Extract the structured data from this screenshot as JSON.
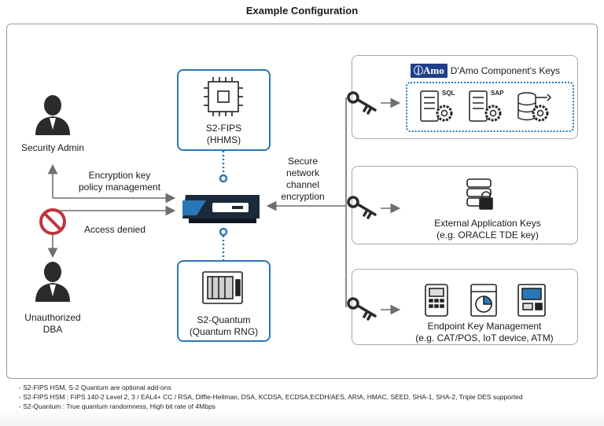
{
  "title": "Example Configuration",
  "left": {
    "security_admin": "Security Admin",
    "encryption_key_policy": [
      "Encryption key",
      "policy management"
    ],
    "access_denied": "Access denied",
    "unauthorized_dba": [
      "Unauthorized",
      "DBA"
    ]
  },
  "center": {
    "s2_fips": [
      "S2-FIPS",
      "(HHMS)"
    ],
    "s2_quantum": [
      "S2-Quantum",
      "(Quantum RNG)"
    ],
    "secure_channel": [
      "Secure",
      "network",
      "channel",
      "encryption"
    ]
  },
  "right": {
    "damo": {
      "logo": "Amo",
      "title": "D'Amo Component's Keys",
      "icon_tags": [
        "SQL",
        "SAP"
      ]
    },
    "external": [
      "External Application Keys",
      "(e.g. ORACLE TDE key)"
    ],
    "endpoint": [
      "Endpoint Key Management",
      "(e.g. CAT/POS, IoT device, ATM)"
    ]
  },
  "notes": [
    "- S2-FIPS HSM, S-2 Quantum are optional add-ons",
    "- S2-FIPS HSM : FIPS 140-2 Level 2, 3 / EAL4+ CC / RSA, Diffie-Hellman, DSA, KCDSA, ECDSA,ECDH/AES, ARIA, HMAC, SEED, SHA-1, SHA-2, Triple DES supported",
    "- S2-Quantum : True quantum randomness, High bit rate of 4Mbps"
  ],
  "colors": {
    "accent": "#2a77b8",
    "dark": "#1b2a3a",
    "logo": "#1f3f8a",
    "deny": "#c0343f"
  }
}
